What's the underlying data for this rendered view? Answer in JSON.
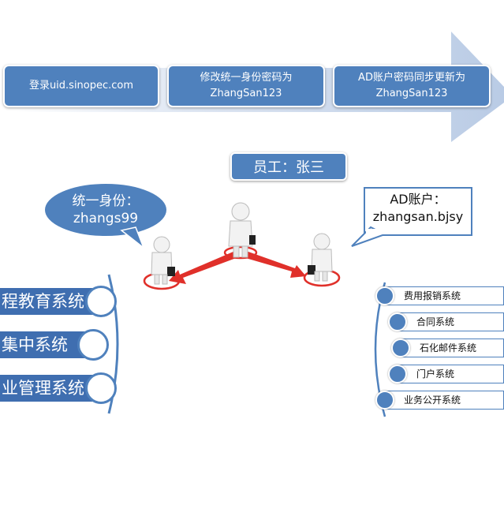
{
  "flow": {
    "steps": [
      {
        "line1": "登录uid.sinopec.com",
        "line2": ""
      },
      {
        "line1": "修改统一身份密码为",
        "line2": "ZhangSan123"
      },
      {
        "line1": "AD账户密码同步更新为",
        "line2": "ZhangSan123"
      }
    ]
  },
  "employee_label": "员工：张三",
  "unified_identity": {
    "line1": "统一身份：",
    "line2": "zhangs99"
  },
  "ad_account": {
    "line1": "AD账户：",
    "line2": "zhangsan.bjsy"
  },
  "left_systems": [
    "程教育系统",
    "集中系统",
    "业管理系统"
  ],
  "right_systems": [
    "费用报销系统",
    "合同系统",
    "石化邮件系统",
    "门户系统",
    "业务公开系统"
  ],
  "colors": {
    "primary_blue": "#4f81bd",
    "arrow_blue": "#c6d4ea",
    "connector_red": "#e0302a"
  }
}
